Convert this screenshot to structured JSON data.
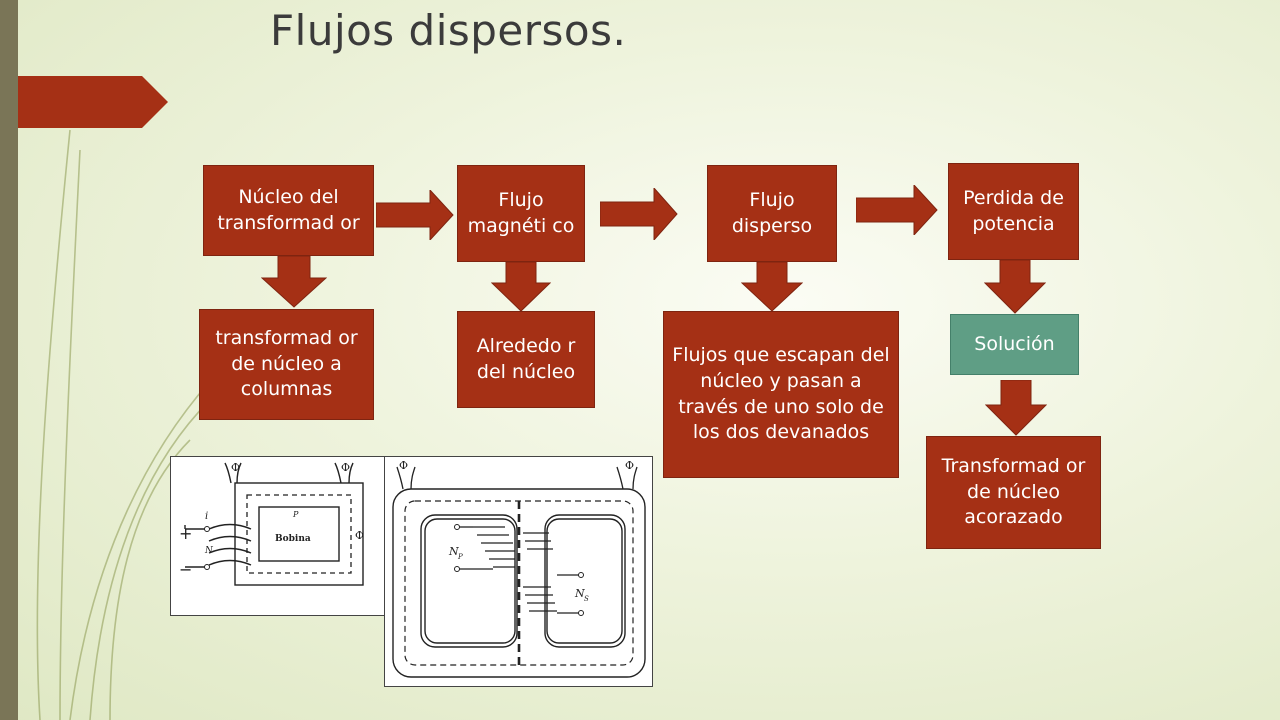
{
  "slide": {
    "title": "Flujos dispersos.",
    "accent_color": "#a53015",
    "solution_color": "#5f9e85",
    "sidebar_color": "#7a7557"
  },
  "boxes": {
    "core": "Núcleo del transformad or",
    "flux": "Flujo magnéti co",
    "leak": "Flujo disperso",
    "loss": "Perdida de potencia",
    "core_type": "transformad or de núcleo a columnas",
    "around": "Alrededo r del núcleo",
    "leak_desc": "Flujos que escapan del núcleo y pasan a través de uno solo de los dos devanados",
    "solution": "Solución",
    "shell": "Transformad or de núcleo acorazado"
  },
  "figure1": {
    "phi_left": "Φ",
    "phi_right": "Φ",
    "phi_side": "Φ",
    "current": "i",
    "plus": "+",
    "minus": "−",
    "turns": "N",
    "rel": "P",
    "coil": "Bobina"
  },
  "figure2": {
    "phi_left": "Φ",
    "phi_right": "Φ",
    "np": "N",
    "np_sub": "P",
    "ns": "N",
    "ns_sub": "S"
  }
}
